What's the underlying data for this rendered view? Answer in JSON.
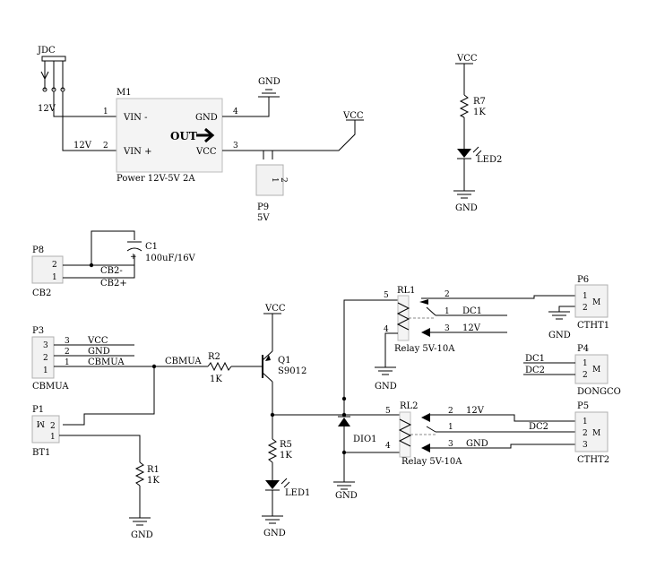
{
  "power_module": {
    "designator": "M1",
    "value": "Power 12V-5V 2A",
    "pin_vin_minus": "VIN -",
    "pin_vin_plus": "VIN +",
    "pin_gnd": "GND",
    "pin_vcc": "VCC",
    "out_label": "OUT",
    "pin1": "1",
    "pin2": "2",
    "pin3": "3",
    "pin4": "4"
  },
  "jdc": {
    "designator": "JDC",
    "value": "12V"
  },
  "nets": {
    "vcc": "VCC",
    "gnd": "GND",
    "v12": "12V",
    "dc1": "DC1",
    "dc2": "DC2",
    "cbmua": "CBMUA",
    "cb2_minus": "CB2-",
    "cb2_plus": "CB2+"
  },
  "p9": {
    "designator": "P9",
    "value": "5V",
    "pin1": "1",
    "pin2": "2"
  },
  "r7": {
    "designator": "R7",
    "value": "1K"
  },
  "led2": {
    "designator": "LED2"
  },
  "p8": {
    "designator": "P8",
    "value": "CB2",
    "pin1": "1",
    "pin2": "2"
  },
  "c1": {
    "designator": "C1",
    "value": "100uF/16V",
    "polarity": "+"
  },
  "p3": {
    "designator": "P3",
    "value": "CBMUA",
    "pin1": "1",
    "pin2": "2",
    "pin3": "3"
  },
  "r2": {
    "designator": "R2",
    "value": "1K"
  },
  "q1": {
    "designator": "Q1",
    "value": "S9012"
  },
  "p1": {
    "designator": "P1",
    "value": "BT1",
    "pin1": "1",
    "pin2": "2",
    "mark": "M"
  },
  "r1": {
    "designator": "R1",
    "value": "1K"
  },
  "r5": {
    "designator": "R5",
    "value": "1K"
  },
  "led1": {
    "designator": "LED1"
  },
  "dio1": {
    "designator": "DIO1"
  },
  "rl1": {
    "designator": "RL1",
    "value": "Relay 5V-10A",
    "pin1": "1",
    "pin2": "2",
    "pin3": "3",
    "pin4": "4",
    "pin5": "5"
  },
  "rl2": {
    "designator": "RL2",
    "value": "Relay 5V-10A",
    "pin1": "1",
    "pin2": "2",
    "pin3": "3",
    "pin4": "4",
    "pin5": "5"
  },
  "p6": {
    "designator": "P6",
    "value": "CTHT1",
    "pin1": "1",
    "pin2": "2",
    "mark": "M"
  },
  "p4": {
    "designator": "P4",
    "value": "DONGCO",
    "pin1": "1",
    "pin2": "2",
    "mark": "M"
  },
  "p5": {
    "designator": "P5",
    "value": "CTHT2",
    "pin1": "1",
    "pin2": "2",
    "pin3": "3",
    "mark": "M"
  }
}
